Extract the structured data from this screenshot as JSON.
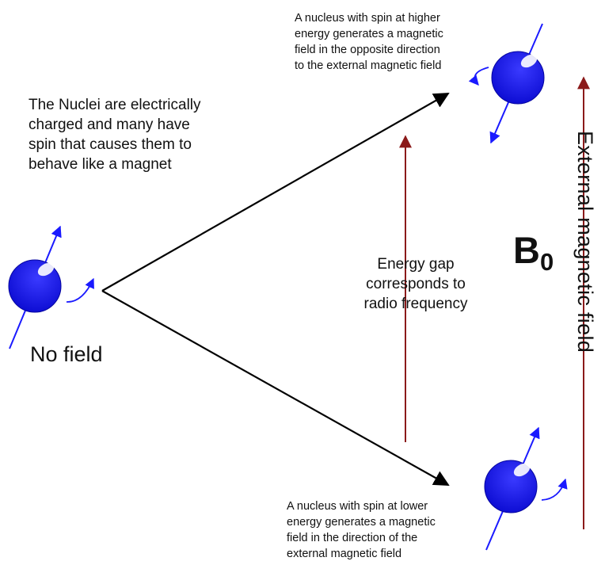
{
  "labels": {
    "high_spin": "A nucleus with spin at higher\nenergy generates a magnetic\nfield in the opposite direction\nto the external magnetic field",
    "nuclei_intro": "The Nuclei are electrically\ncharged and many have\nspin that causes them to\nbehave like a magnet",
    "no_field": "No field",
    "energy_gap": "Energy gap\ncorresponds to\nradio frequency",
    "low_spin": "A nucleus with spin at lower\nenergy generates a magnetic\nfield in the direction of the\nexternal magnetic field",
    "b0_letter": "B",
    "b0_sub": "0",
    "external_field": "External magnetic field"
  },
  "colors": {
    "nucleus": "#1010e6",
    "nucleus_highlight": "#ffffff",
    "spin_arrow": "#1a1aff",
    "field_arrow": "#8b1a1a",
    "split_lines": "#000000"
  }
}
